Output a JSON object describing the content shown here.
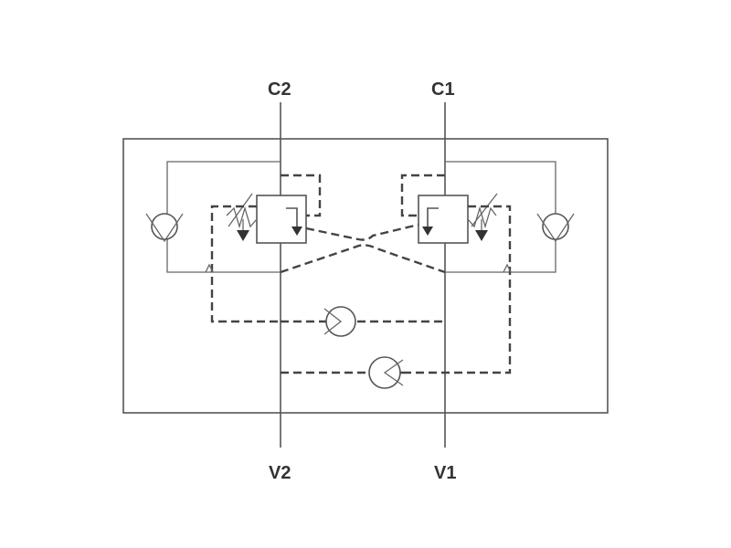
{
  "diagram": {
    "ports": {
      "c2": "C2",
      "c1": "C1",
      "v2": "V2",
      "v1": "V1"
    },
    "components": {
      "counterbalance_valve_left": "counterbalance-valve",
      "counterbalance_valve_right": "counterbalance-valve",
      "check_valve_left": "check-valve",
      "check_valve_right": "check-valve",
      "shuttle_check_upper": "check-valve",
      "shuttle_check_lower": "check-valve"
    },
    "colors": {
      "line": "#555555",
      "pilot_line": "#444444",
      "text": "#333333",
      "background": "#ffffff"
    }
  }
}
